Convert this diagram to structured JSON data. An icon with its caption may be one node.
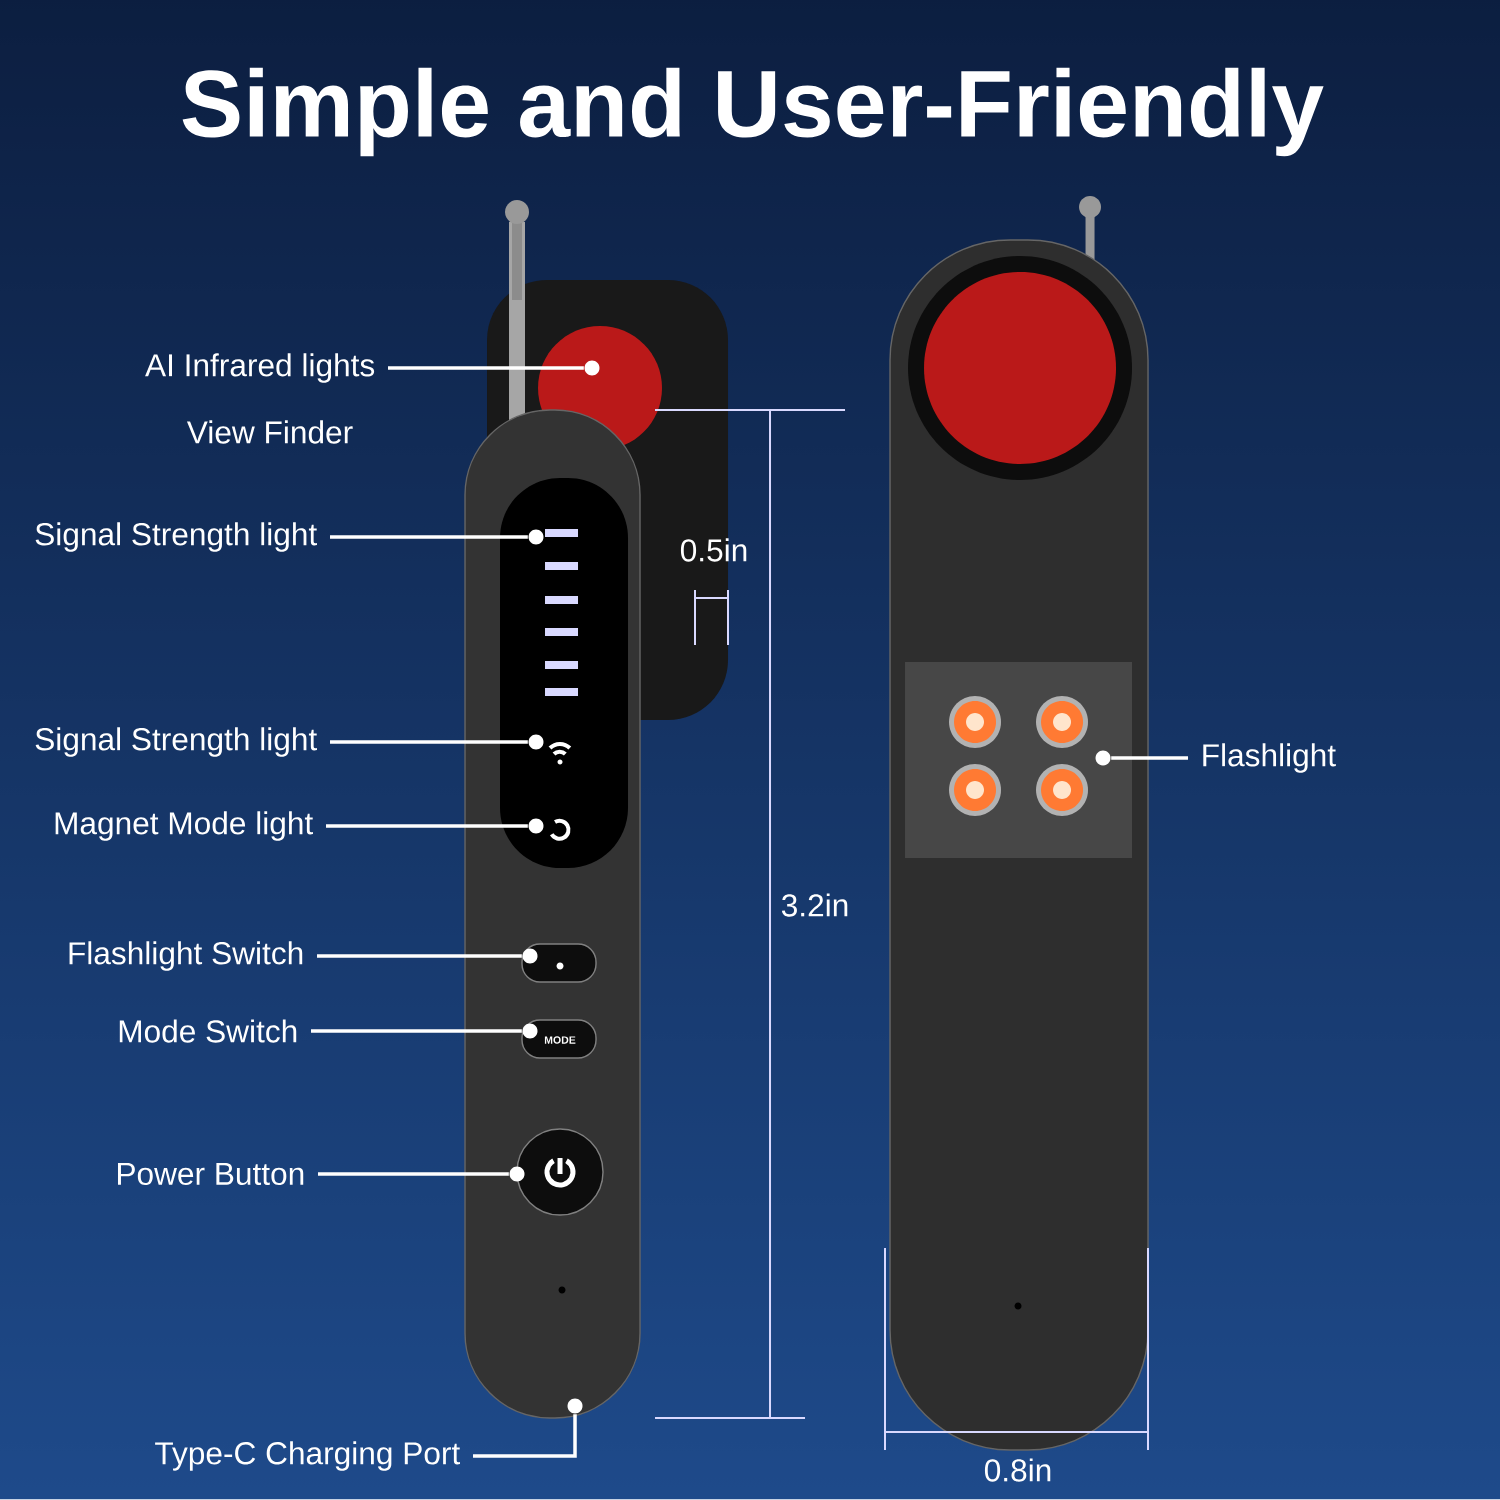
{
  "diagram": {
    "title": "Simple and User-Friendly",
    "nodes": [
      {
        "text": [
          "AI Infrared lights"
        ]
      },
      {
        "text": [
          "Signal Strength light"
        ]
      },
      {
        "text": [
          "Signal Strength light"
        ]
      },
      {
        "text": [
          "Magnet Mode light"
        ]
      },
      {
        "text": [
          "Flashlight Switch"
        ]
      },
      {
        "text": [
          "Mode Switch"
        ]
      },
      {
        "text": [
          "Power Button"
        ]
      },
      {
        "text": [
          "Type-C Charging Port"
        ]
      },
      {
        "text": [
          "Flashlight"
        ]
      },
      {
        "text": [],
        "shape": "circle"
      },
      {
        "text": [],
        "shape": "circle"
      },
      {
        "text": [],
        "shape": "circle"
      },
      {
        "text": [],
        "shape": "circle"
      },
      {
        "text": [],
        "shape": "circle"
      },
      {
        "text": [],
        "shape": "circle"
      },
      {
        "text": [],
        "shape": "circle"
      },
      {
        "text": [],
        "shape": "circle"
      },
      {
        "text": [],
        "shape": "circle"
      }
    ],
    "edges": [
      {
        "from": 0,
        "to": 9,
        "arrow": "none"
      },
      {
        "from": 1,
        "to": 10,
        "arrow": "none"
      },
      {
        "from": 2,
        "to": 11,
        "arrow": "none"
      },
      {
        "from": 3,
        "to": 12,
        "arrow": "none"
      },
      {
        "from": 4,
        "to": 13,
        "arrow": "none"
      },
      {
        "from": 5,
        "to": 14,
        "arrow": "none"
      },
      {
        "from": 6,
        "to": 15,
        "arrow": "none"
      },
      {
        "from": 7,
        "to": 16,
        "arrow": "none"
      },
      {
        "from": 8,
        "to": 17,
        "arrow": "none"
      }
    ],
    "labels": [
      "View Finder",
      "0.5in",
      "MODE",
      "3.2in",
      "0.8in"
    ]
  }
}
